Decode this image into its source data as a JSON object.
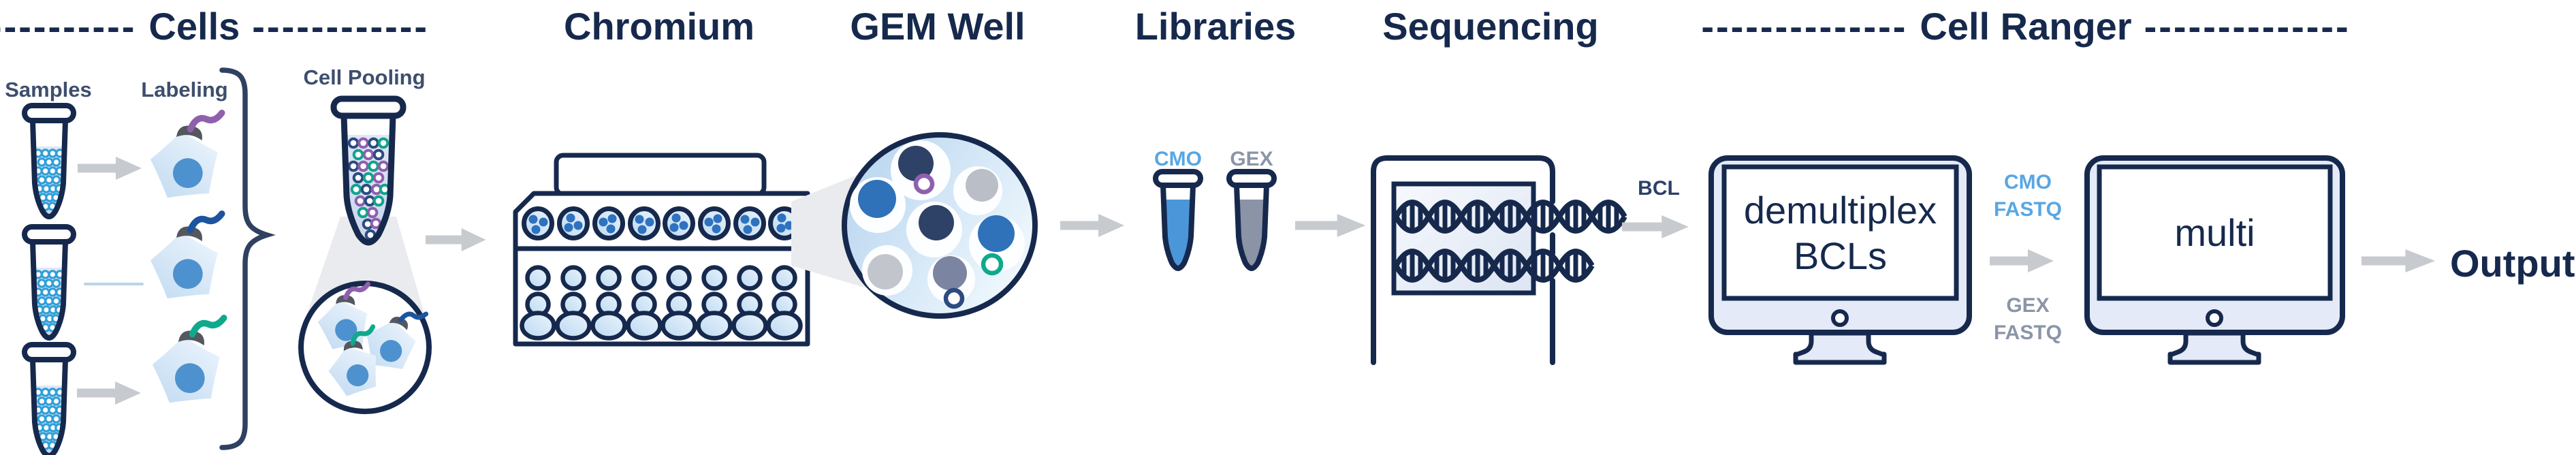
{
  "stages": {
    "cells": {
      "dash_left": "----------",
      "label": "Cells",
      "dash_right": "------------",
      "samples_label": "Samples",
      "labeling_label": "Labeling",
      "cell_pooling_label": "Cell Pooling"
    },
    "chromium": {
      "label": "Chromium"
    },
    "gem_well": {
      "label": "GEM Well"
    },
    "libraries": {
      "label": "Libraries",
      "cmo_tube_label": "CMO",
      "gex_tube_label": "GEX"
    },
    "sequencing": {
      "label": "Sequencing",
      "bcl_label": "BCL"
    },
    "cell_ranger": {
      "dash_left": "--------------",
      "label": "Cell Ranger",
      "dash_right": "--------------",
      "monitor1_line1": "demultiplex",
      "monitor1_line2": "BCLs",
      "cmo_fastq_line1": "CMO",
      "cmo_fastq_line2": "FASTQ",
      "gex_fastq_line1": "GEX",
      "gex_fastq_line2": "FASTQ",
      "monitor2_label": "multi"
    },
    "output": {
      "label": "Output"
    }
  },
  "icons": {
    "sample_tubes": "microcentrifuge-tube-icon",
    "labeled_cells": "tagged-cell-icon",
    "pooling": "pooled-tube-with-magnifier-icon",
    "chip": "chromium-chip-icon",
    "gem": "gem-well-droplets-icon",
    "sequencer": "sequencer-with-dna-icon",
    "monitors": "computer-monitor-icon"
  },
  "colors": {
    "navy": "#16294d",
    "slate_label": "#3e4e6d",
    "brace": "#2f4160",
    "light_blue": "#57a7e4",
    "gray_label": "#8b95a7",
    "bcl_navy": "#2b4168",
    "arrow_gray": "#c7cacf",
    "cone_gray": "#e9ebee",
    "faint_line": "#b9d3ea",
    "tag_purple": "#9060ad",
    "tag_blue": "#1c549e",
    "tag_green": "#0fa98c",
    "dot_cyan": "#2f9fd8",
    "pool_navy": "#2d4b80",
    "pool_purple": "#8f5fae",
    "pool_teal": "#12a38c",
    "nucleus": "#4d92cf",
    "cap_gray": "#55575f",
    "cmo_liquid": "#4a96d8",
    "gex_liquid": "#8b93a6",
    "monitor_body": "#e4eaf7",
    "well_dot": "#2e72c0"
  }
}
